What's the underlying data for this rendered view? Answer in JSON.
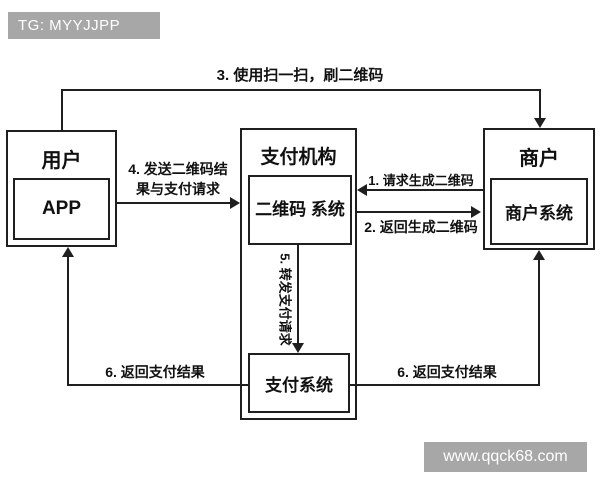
{
  "colors": {
    "background": "#ffffff",
    "line": "#1f1f1f",
    "watermark_bg": "#a7a7a7",
    "watermark_text": "#ffffff"
  },
  "watermarks": {
    "telegram": "TG: MYYJJPP",
    "website": "www.qqck68.com"
  },
  "diagram": {
    "nodes": {
      "user": {
        "title": "用户",
        "subsystem": "APP"
      },
      "payment_org": {
        "title": "支付机构",
        "qr_system": "二维码\n系统",
        "pay_system": "支付系统"
      },
      "merchant": {
        "title": "商户",
        "subsystem": "商户系统"
      }
    },
    "edges": {
      "step1": "1. 请求生成二维码",
      "step2": "2. 返回生成二维码",
      "step3": "3. 使用扫一扫，刷二维码",
      "step4": "4. 发送二维码结\n果与支付请求",
      "step5": "5. 转发支付请求",
      "step6_left": "6. 返回支付结果",
      "step6_right": "6. 返回支付结果"
    }
  }
}
